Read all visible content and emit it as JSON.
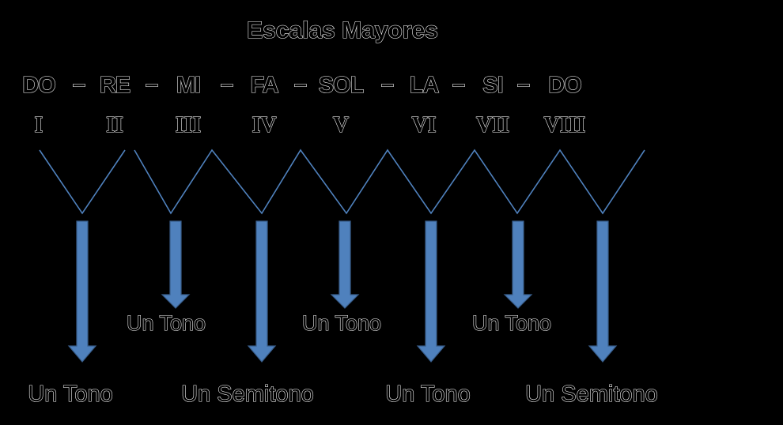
{
  "title": "Escalas Mayores",
  "separator": "–",
  "notes": [
    {
      "name": "DO",
      "degree": "I"
    },
    {
      "name": "RE",
      "degree": "II"
    },
    {
      "name": "MI",
      "degree": "III"
    },
    {
      "name": "FA",
      "degree": "IV"
    },
    {
      "name": "SOL",
      "degree": "V"
    },
    {
      "name": "LA",
      "degree": "VI"
    },
    {
      "name": "SI",
      "degree": "VII"
    },
    {
      "name": "DO",
      "degree": "VIII"
    }
  ],
  "intervals": [
    {
      "label": "Un Tono",
      "arrow": "long"
    },
    {
      "label": "Un Tono",
      "arrow": "short"
    },
    {
      "label": "Un Semitono",
      "arrow": "long"
    },
    {
      "label": "Un Tono",
      "arrow": "short"
    },
    {
      "label": "Un Tono",
      "arrow": "long"
    },
    {
      "label": "Un Tono",
      "arrow": "short"
    },
    {
      "label": "Un Semitono",
      "arrow": "long"
    }
  ],
  "colors": {
    "background": "#000000",
    "text": "#000000",
    "outline": "#ffffff",
    "zigzag": "#4f81bd",
    "arrow_fill": "#4f81bd",
    "arrow_stroke": "#385d8a"
  }
}
